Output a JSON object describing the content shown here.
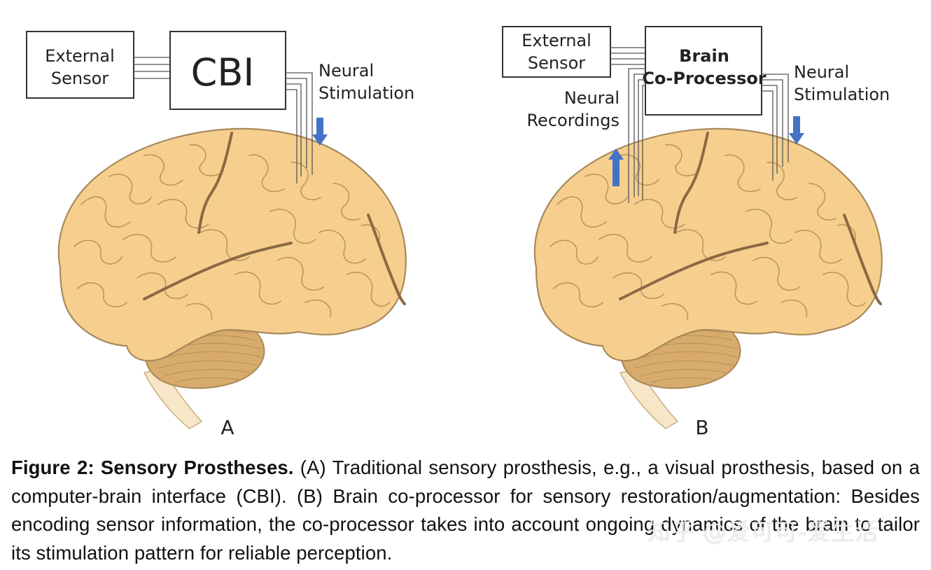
{
  "panel_a": {
    "external_sensor_line1": "External",
    "external_sensor_line2": "Sensor",
    "cbi_label": "CBI",
    "neural_stim_line1": "Neural",
    "neural_stim_line2": "Stimulation",
    "panel_letter": "A"
  },
  "panel_b": {
    "external_sensor_line1": "External",
    "external_sensor_line2": "Sensor",
    "coprocessor_line1": "Brain",
    "coprocessor_line2": "Co-Processor",
    "neural_rec_line1": "Neural",
    "neural_rec_line2": "Recordings",
    "neural_stim_line1": "Neural",
    "neural_stim_line2": "Stimulation",
    "panel_letter": "B"
  },
  "caption": {
    "bold": "Figure 2: Sensory Prostheses.",
    "text": " (A) Traditional sensory prosthesis, e.g., a visual prosthesis, based on a computer-brain interface (CBI). (B) Brain co-processor for sensory restoration/augmentation: Besides encoding sensor information, the co-processor takes into account ongoing dynamics of the brain to tailor its stimulation pattern for reliable perception."
  },
  "watermark": "知乎 @爱可可-爱生活",
  "colors": {
    "brain_fill": "#f6cf8f",
    "brain_stroke": "#a8895a",
    "sulcus": "#8a6a44",
    "cerebellum": "#d8ab6d",
    "brainstem": "#f7e7c8",
    "arrow_blue": "#4472c4",
    "box_stroke": "#444444"
  }
}
